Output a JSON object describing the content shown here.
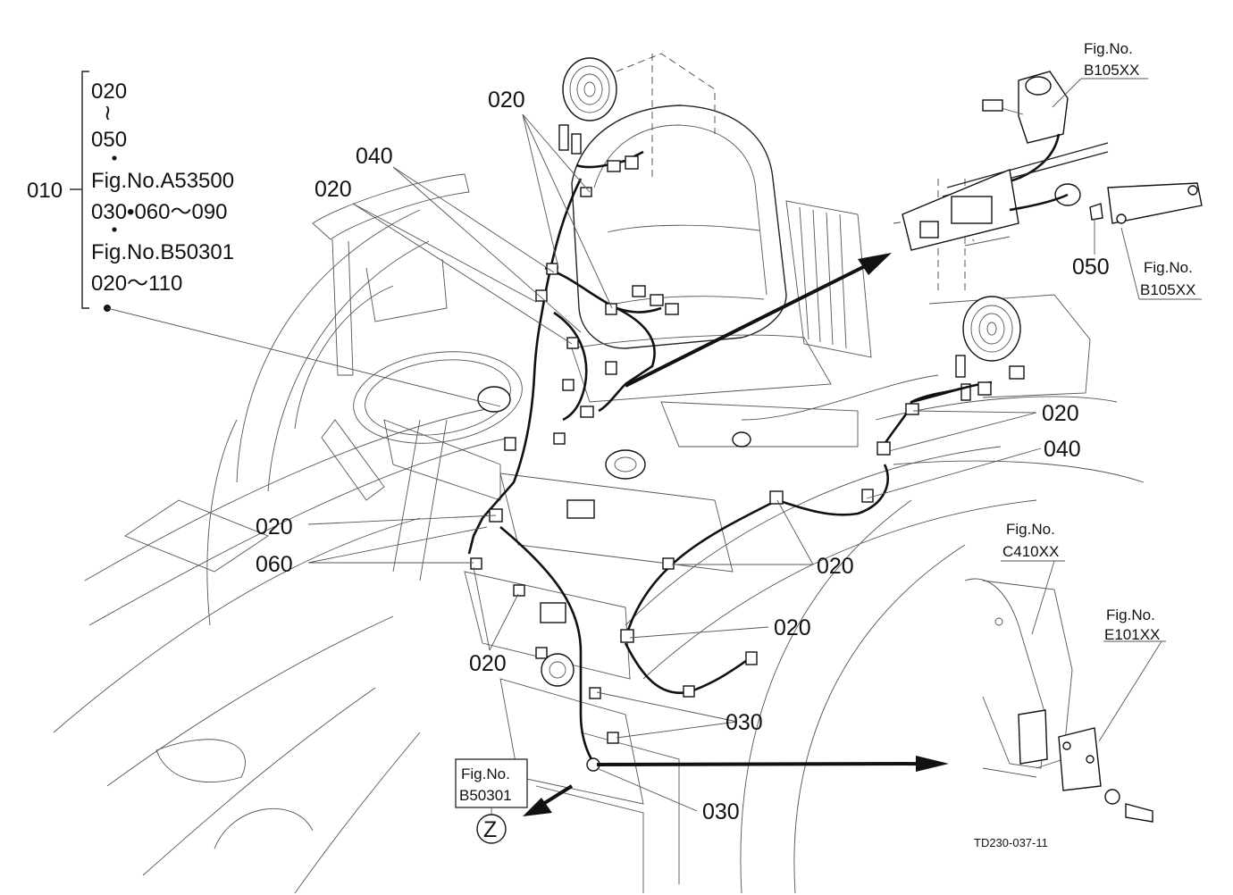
{
  "legend": {
    "main": "010",
    "lines": [
      "020",
      "≀",
      "050",
      "・",
      "Fig.No.A53500",
      "030•060～090",
      "・",
      "Fig.No.B50301",
      "020～110"
    ]
  },
  "callouts": {
    "c020_top": "020",
    "c040_top": "040",
    "c020_left": "020",
    "c050_right": "050",
    "c020_right1": "020",
    "c040_right": "040",
    "c020_left2": "020",
    "c060": "060",
    "c020_mid": "020",
    "c020_mid2": "020",
    "c020_bottom": "020",
    "c030_a": "030",
    "c030_b": "030"
  },
  "fig_refs": {
    "b105_top": {
      "line1": "Fig.No.",
      "line2": "B105XX"
    },
    "b105_right": {
      "line1": "Fig.No.",
      "line2": "B105XX"
    },
    "c410": {
      "line1": "Fig.No.",
      "line2": "C410XX"
    },
    "e101": {
      "line1": "Fig.No.",
      "line2": "E101XX"
    },
    "b50301": {
      "line1": "Fig.No.",
      "line2": "B50301"
    }
  },
  "view_marker": "Z",
  "drawing_code": "TD230-037-11"
}
